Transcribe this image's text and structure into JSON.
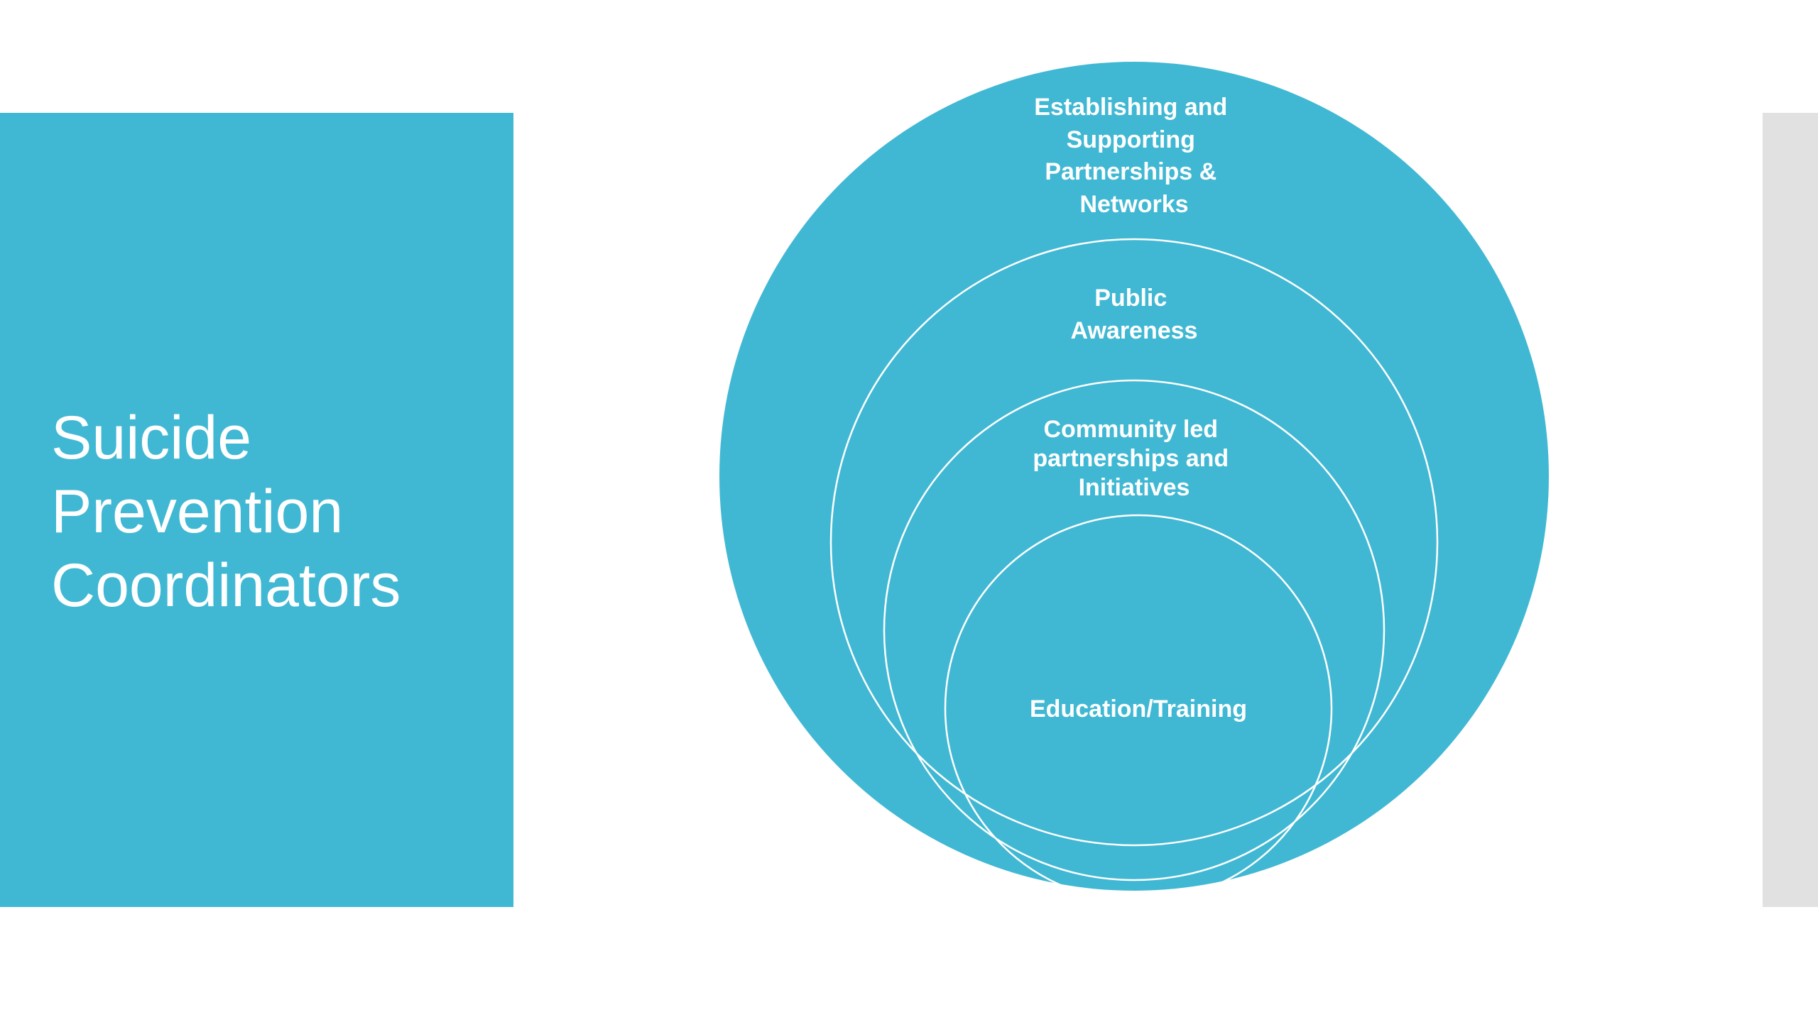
{
  "slide": {
    "title": "Suicide\nPrevention\nCoordinators"
  },
  "diagram": {
    "rings": [
      {
        "label_lines": [
          "Establishing and",
          "Supporting",
          "Partnerships &",
          "Networks"
        ]
      },
      {
        "label_lines": [
          "Public",
          "Awareness"
        ]
      },
      {
        "label_lines": [
          "Community led",
          "partnerships and",
          "Initiatives"
        ]
      },
      {
        "label_lines": [
          "Education/Training"
        ]
      }
    ]
  },
  "colors": {
    "accent": "#41b8d3",
    "ring_stroke": "#ffffff",
    "side_bar": "#e1e1e1"
  }
}
